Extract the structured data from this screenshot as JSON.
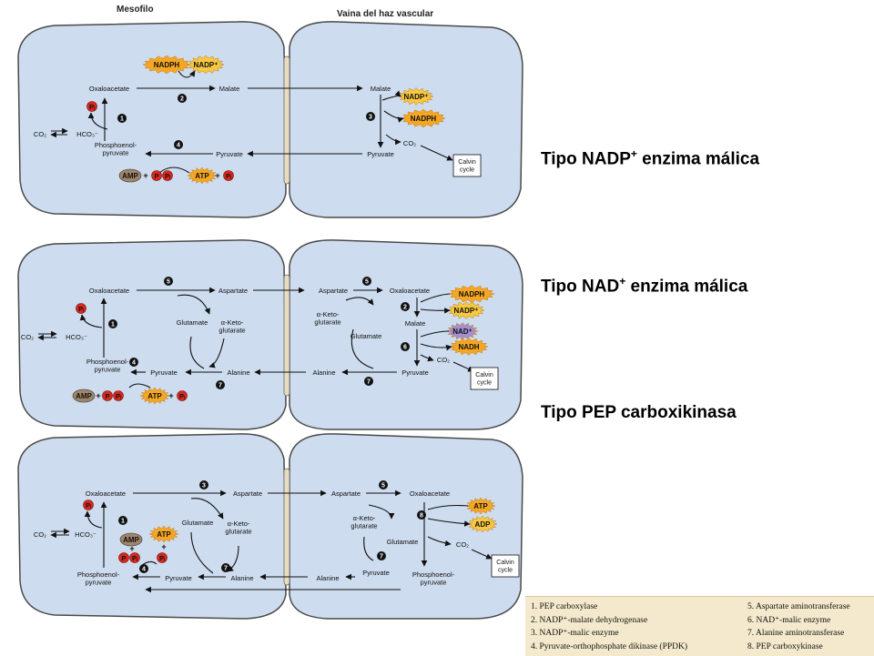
{
  "headers": {
    "mesophyll": "Mesofilo",
    "bundle_sheath": "Vaina del haz vascular"
  },
  "side_labels": [
    {
      "text": "Tipo NADP",
      "sup": "+",
      "rest": " enzima málica"
    },
    {
      "text": "Tipo NAD",
      "sup": "+",
      "rest": " enzima málica"
    },
    {
      "text": "Tipo PEP carboxikinasa",
      "sup": "",
      "rest": ""
    }
  ],
  "legend": [
    "1. PEP carboxylase",
    "2. NADP⁺-malate dehydrogenase",
    "3. NADP⁺-malic enzyme",
    "4. Pyruvate-orthophosphate dikinase (PPDK)",
    "5. Aspartate aminotransferase",
    "6. NAD⁺-malic enzyme",
    "7. Alanine aminotransferase",
    "8. PEP carboxykinase"
  ],
  "metabolites": {
    "oxaloacetate": "Oxaloacetate",
    "malate": "Malate",
    "pyruvate": "Pyruvate",
    "pep": "Phosphoenol-\npyruvate",
    "aspartate": "Aspartate",
    "alanine": "Alanine",
    "glutamate": "Glutamate",
    "akg": "α-Keto-\nglutarate",
    "co2": "CO₂",
    "hco3": "HCO₃⁻",
    "calvin": "Calvin\ncycle"
  },
  "cofactors": {
    "nadph": "NADPH",
    "nadp": "NADP⁺",
    "nad": "NAD⁺",
    "nadh": "NADH",
    "atp": "ATP",
    "adp": "ADP",
    "amp": "AMP",
    "p": "P",
    "pi": "Pᵢ",
    "ppi": "PPᵢ"
  },
  "colors": {
    "cell_fill": "#cddcee",
    "cell_stroke": "#4a4a4a",
    "wall_fill": "#e8dcc0",
    "nadph_burst": "#f5a623",
    "nadp_burst": "#f7c843",
    "nad_burst": "#a58fd0",
    "amp_oval": "#a0856a",
    "pi_circle": "#d9281e",
    "enzyme_circle": "#111111",
    "legend_bg": "#f4e9cc"
  }
}
